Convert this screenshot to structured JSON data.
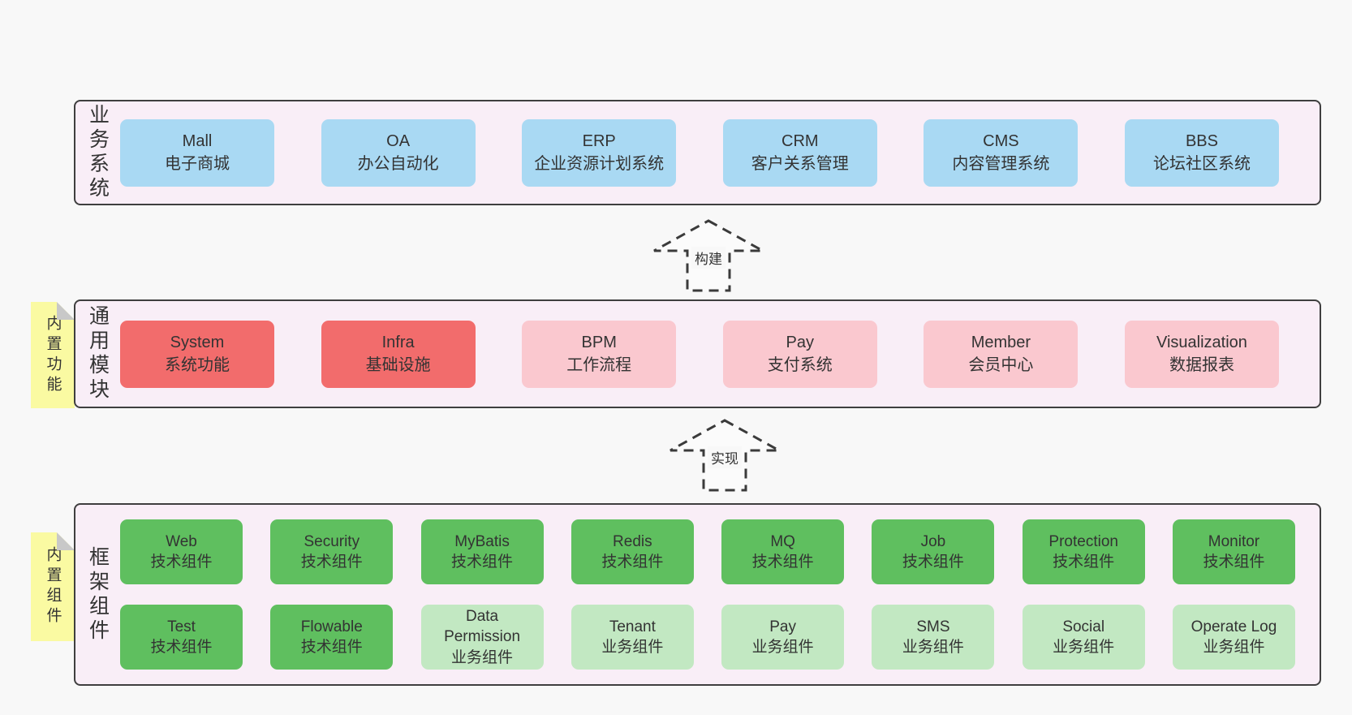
{
  "bands": [
    {
      "label": "业务系统",
      "boxes": [
        {
          "en": "Mall",
          "zh": "电子商城"
        },
        {
          "en": "OA",
          "zh": "办公自动化"
        },
        {
          "en": "ERP",
          "zh": "企业资源计划系统"
        },
        {
          "en": "CRM",
          "zh": "客户关系管理"
        },
        {
          "en": "CMS",
          "zh": "内容管理系统"
        },
        {
          "en": "BBS",
          "zh": "论坛社区系统"
        }
      ]
    },
    {
      "label": "通用模块",
      "sticky": "内置功能",
      "boxes": [
        {
          "en": "System",
          "zh": "系统功能"
        },
        {
          "en": "Infra",
          "zh": "基础设施"
        },
        {
          "en": "BPM",
          "zh": "工作流程"
        },
        {
          "en": "Pay",
          "zh": "支付系统"
        },
        {
          "en": "Member",
          "zh": "会员中心"
        },
        {
          "en": "Visualization",
          "zh": "数据报表"
        }
      ]
    },
    {
      "label": "框架组件",
      "sticky": "内置组件",
      "rows": [
        [
          {
            "en": "Web",
            "zh": "技术组件"
          },
          {
            "en": "Security",
            "zh": "技术组件"
          },
          {
            "en": "MyBatis",
            "zh": "技术组件"
          },
          {
            "en": "Redis",
            "zh": "技术组件"
          },
          {
            "en": "MQ",
            "zh": "技术组件"
          },
          {
            "en": "Job",
            "zh": "技术组件"
          },
          {
            "en": "Protection",
            "zh": "技术组件"
          },
          {
            "en": "Monitor",
            "zh": "技术组件"
          }
        ],
        [
          {
            "en": "Test",
            "zh": "技术组件"
          },
          {
            "en": "Flowable",
            "zh": "技术组件"
          },
          {
            "en": "Data Permission",
            "zh": "业务组件"
          },
          {
            "en": "Tenant",
            "zh": "业务组件"
          },
          {
            "en": "Pay",
            "zh": "业务组件"
          },
          {
            "en": "SMS",
            "zh": "业务组件"
          },
          {
            "en": "Social",
            "zh": "业务组件"
          },
          {
            "en": "Operate Log",
            "zh": "业务组件"
          }
        ]
      ]
    }
  ],
  "arrows": [
    {
      "label": "构建"
    },
    {
      "label": "实现"
    }
  ],
  "colors": {
    "page-bg": "#f8f8f8",
    "band-bg": "#f9eef7",
    "line": "#3f3f3f",
    "blue": "#a9d9f3",
    "red": "#f26c6c",
    "pink": "#fac8cf",
    "green": "#5fbf5f",
    "lightgreen": "#c2e8c2",
    "yellow": "#fafaa2",
    "fold": "#c8c8c8",
    "text": "#333333"
  }
}
